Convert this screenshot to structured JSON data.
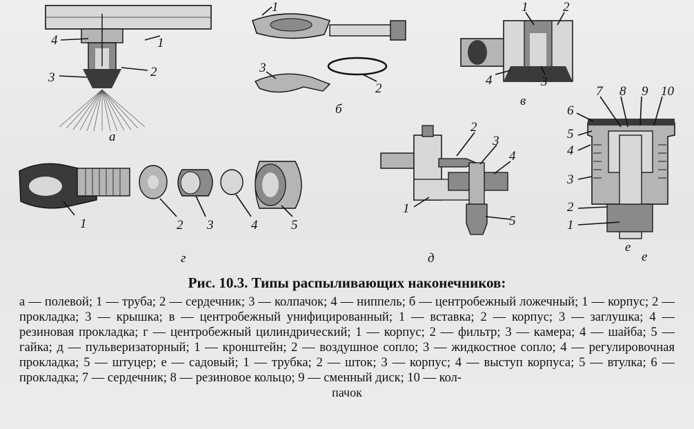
{
  "figure": {
    "panel_labels": {
      "a": "а",
      "b": "б",
      "v": "в",
      "g": "г",
      "d": "д",
      "e": "е"
    },
    "part_numbers": {
      "a": [
        "1",
        "2",
        "3",
        "4"
      ],
      "b": [
        "1",
        "2",
        "3"
      ],
      "v": [
        "1",
        "2",
        "3",
        "4"
      ],
      "g": [
        "1",
        "2",
        "3",
        "4",
        "5"
      ],
      "d": [
        "1",
        "2",
        "3",
        "4",
        "5"
      ],
      "e": [
        "1",
        "2",
        "3",
        "4",
        "5",
        "6",
        "7",
        "8",
        "9",
        "10"
      ]
    }
  },
  "caption": "Рис. 10.3. Типы распыливающих наконечников:",
  "legend": {
    "body": "а — полевой; 1 — труба; 2 — сердечник; 3 — колпачок; 4 — ниппель; б — центробежный ложечный; 1 — корпус; 2 — прокладка; 3 — крышка; в — центробежный унифицированный; 1 — вставка; 2 — корпус; 3 — заглушка; 4 — резиновая прокладка; г — центробежный цилиндрический; 1 — корпус; 2 — фильтр; 3 — камера; 4 — шайба; 5 — гайка; д — пульверизаторный; 1 — кронштейн; 2 — воздушное сопло; 3 — жидкостное сопло; 4 — регулировочная прокладка; 5 — штуцер; е — садовый; 1 — трубка; 2 — шток; 3 — корпус; 4 — выступ корпуса; 5 — втулка; 6 — прокладка; 7 — сердечник; 8 — резиновое кольцо; 9 — сменный диск; 10 — кол-",
    "last_line": "пачок"
  }
}
